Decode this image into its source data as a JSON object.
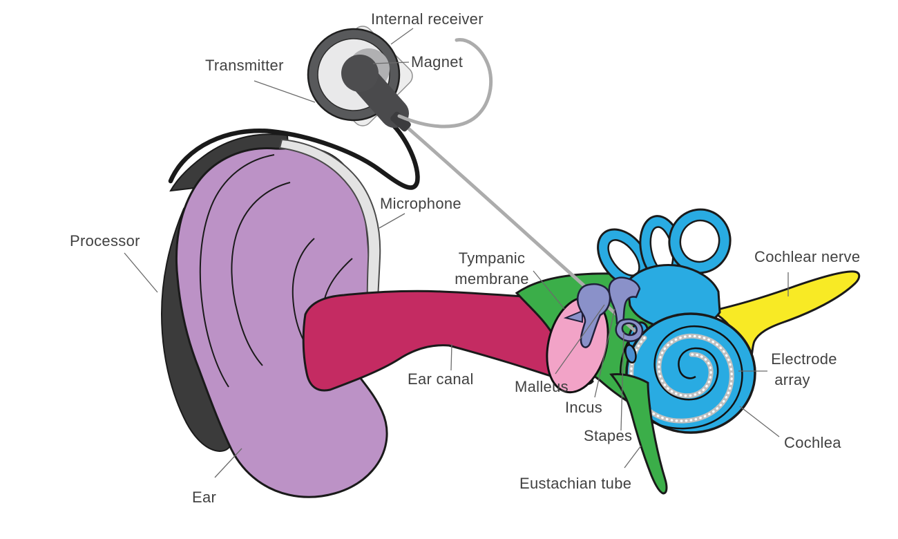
{
  "diagram": {
    "subject": "Cochlear implant and ear anatomy diagram",
    "labels": {
      "internal_receiver": "Internal receiver",
      "magnet": "Magnet",
      "transmitter": "Transmitter",
      "microphone": "Microphone",
      "processor": "Processor",
      "ear": "Ear",
      "ear_canal": "Ear canal",
      "tympanic_membrane": {
        "line1": "Tympanic",
        "line2": "membrane"
      },
      "malleus": "Malleus",
      "incus": "Incus",
      "stapes": "Stapes",
      "eustachian_tube": "Eustachian tube",
      "cochlear_nerve": "Cochlear nerve",
      "electrode_array": {
        "line1": "Electrode",
        "line2": "array"
      },
      "cochlea": "Cochlea"
    },
    "colors": {
      "outer_ear": "#BC92C6",
      "processor": "#3B3B3B",
      "microphone": "#E3E3E3",
      "receiver_plate": "#EDEDED",
      "transmitter_ring": "#58595B",
      "transmitter_disc": "#E9E9EA",
      "magnet": "#4D4D4F",
      "magnet_highlight": "#B0B0B2",
      "handle": "#4A4A4C",
      "cable_black": "#1A1A1A",
      "cable_gray": "#ACACAC",
      "ear_canal": "#C42B62",
      "tympanic_membrane": "#F2A3C7",
      "middle_ear": "#3BAE49",
      "ossicles": "#8A91C9",
      "inner_ear": "#29ABE2",
      "round_window": "#4A8FD0",
      "cochlear_nerve": "#F8EA25",
      "electrode": "#C0C0C0",
      "label_text": "#414141",
      "leader_line": "#6B6B6B"
    }
  }
}
